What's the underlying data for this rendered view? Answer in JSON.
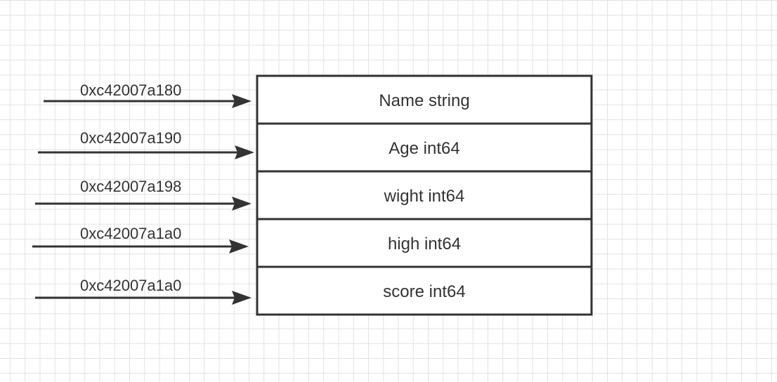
{
  "diagram": {
    "fields": [
      {
        "label": "Name string",
        "address": "0xc42007a180"
      },
      {
        "label": "Age int64",
        "address": "0xc42007a190"
      },
      {
        "label": "wight int64",
        "address": "0xc42007a198"
      },
      {
        "label": "high int64",
        "address": "0xc42007a1a0"
      },
      {
        "label": "score int64",
        "address": "0xc42007a1a0"
      }
    ]
  }
}
